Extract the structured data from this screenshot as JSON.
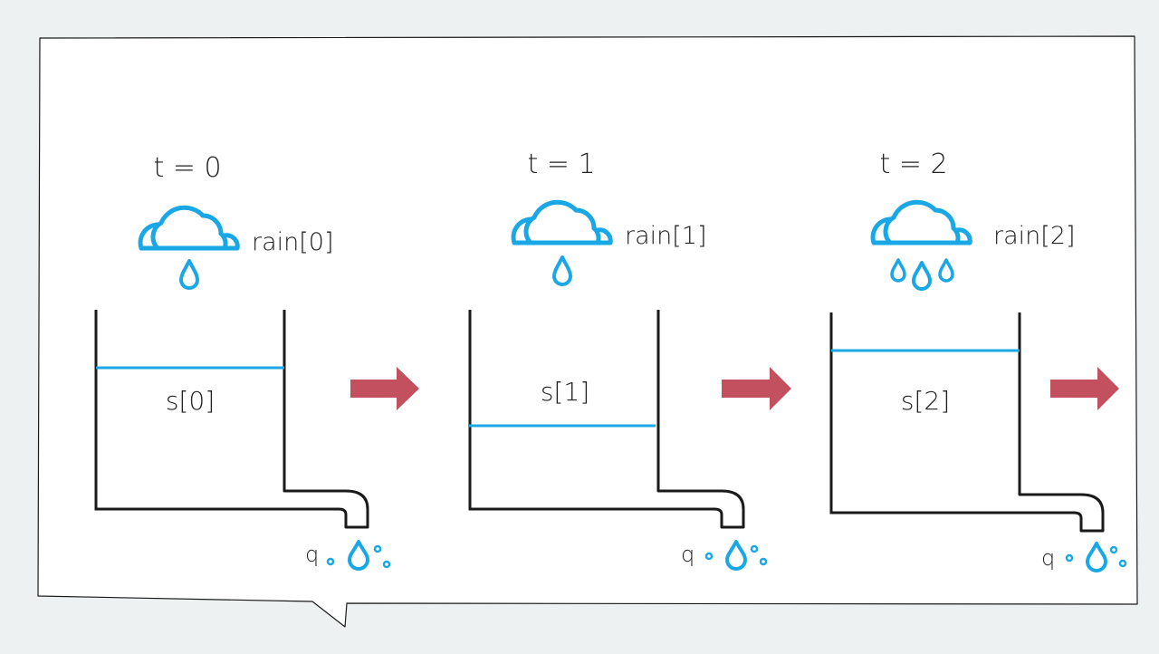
{
  "colors": {
    "background": "#eef1f1",
    "panel": "#ffffff",
    "outline": "#1a1a1a",
    "water": "#1aa7e6",
    "arrow": "#c2505e"
  },
  "steps": [
    {
      "time_label": "t = 0",
      "rain_label": "rain[0]",
      "storage_label": "s[0]",
      "outflow_label": "q",
      "raindrops": 1,
      "water_level": 0.75
    },
    {
      "time_label": "t = 1",
      "rain_label": "rain[1]",
      "storage_label": "s[1]",
      "outflow_label": "q",
      "raindrops": 1,
      "water_level": 0.42
    },
    {
      "time_label": "t = 2",
      "rain_label": "rain[2]",
      "storage_label": "s[2]",
      "outflow_label": "q",
      "raindrops": 3,
      "water_level": 0.81
    }
  ],
  "icons": {
    "cloud": "rain-cloud-icon",
    "drop": "water-drop-icon",
    "arrow": "right-arrow-icon"
  }
}
